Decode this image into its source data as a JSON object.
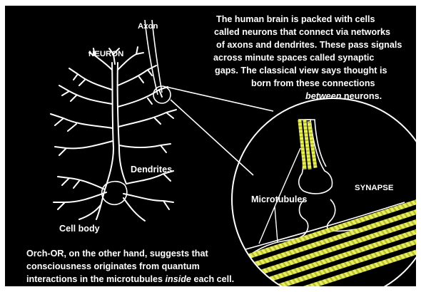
{
  "labels": {
    "axon": "Axon",
    "neuron": "NEURON",
    "dendrites": "Dendrites",
    "cell_body": "Cell body",
    "synapse": "SYNAPSE",
    "microtubules": "Microtubules"
  },
  "top_text": {
    "line1": "The human brain is packed with cells",
    "line2": "called neurons that connect via networks",
    "line3": "of axons and dendrites. These pass signals",
    "line4": "across minute spaces called synaptic",
    "line5": "gaps. The classical view says thought is",
    "line6": "born from these connections",
    "line7_italic": "between",
    "line7_rest": " neurons."
  },
  "bottom_text": {
    "line1": "Orch-OR, on the other hand, suggests that",
    "line2": "consciousness originates from quantum",
    "line3_pre": "interactions in the microtubules ",
    "line3_italic": "inside",
    "line3_post": " each cell."
  },
  "colors": {
    "background": "#000000",
    "line": "#ffffff",
    "microtubule": "#d8e040"
  }
}
